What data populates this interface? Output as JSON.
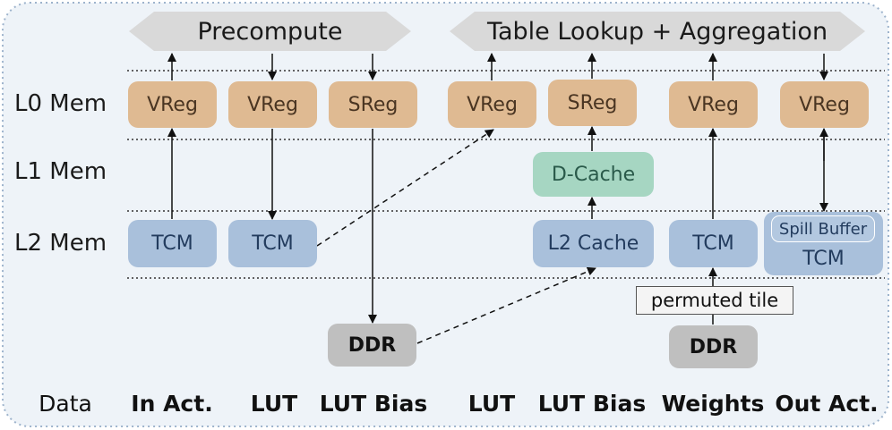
{
  "phases": {
    "precompute": "Precompute",
    "lookup": "Table Lookup + Aggregation"
  },
  "memory_levels": {
    "l0": "L0 Mem",
    "l1": "L1 Mem",
    "l2": "L2 Mem"
  },
  "boxes": {
    "vreg": "VReg",
    "sreg": "SReg",
    "tcm": "TCM",
    "dcache": "D-Cache",
    "l2cache": "L2 Cache",
    "spill_buffer": "Spill Buffer",
    "ddr": "DDR",
    "permuted_tile": "permuted tile"
  },
  "data_row": {
    "title": "Data",
    "columns": [
      "In Act.",
      "LUT",
      "LUT Bias",
      "LUT",
      "LUT Bias",
      "Weights",
      "Out Act."
    ]
  },
  "colors": {
    "vreg": "#dfba92",
    "tcm": "#a9c0db",
    "dcache": "#a6d6c2",
    "ddr": "#bfbfbf",
    "phase_banner": "#d9d9d9",
    "frame_bg": "#eef3f8"
  }
}
